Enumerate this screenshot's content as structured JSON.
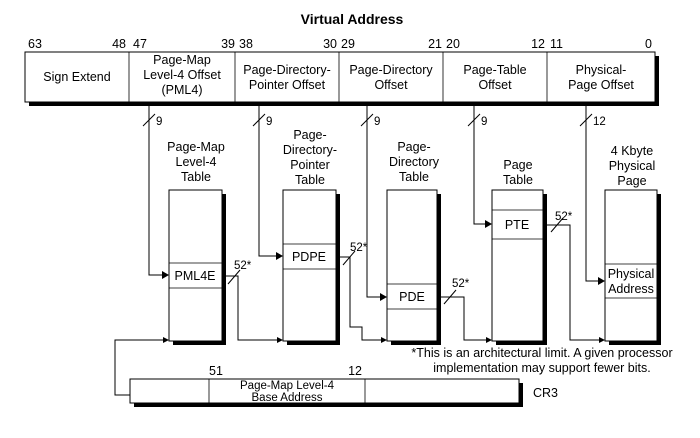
{
  "title": "Virtual Address",
  "bit_labels": [
    "63",
    "48",
    "47",
    "39",
    "38",
    "30",
    "29",
    "21",
    "20",
    "12",
    "11",
    "0"
  ],
  "fields": {
    "sign": [
      "Sign Extend"
    ],
    "pml4": [
      "Page-Map",
      "Level-4 Offset",
      "(PML4)"
    ],
    "pdp": [
      "Page-Directory-",
      "Pointer Offset"
    ],
    "pd": [
      "Page-Directory",
      "Offset"
    ],
    "pt": [
      "Page-Table",
      "Offset"
    ],
    "phys": [
      "Physical-",
      "Page Offset"
    ]
  },
  "widths": {
    "w9a": "9",
    "w9b": "9",
    "w9c": "9",
    "w9d": "9",
    "w12": "12"
  },
  "tables": {
    "pml4": {
      "title": [
        "Page-Map",
        "Level-4",
        "Table"
      ],
      "entry": "PML4E"
    },
    "pdp": {
      "title": [
        "Page-",
        "Directory-",
        "Pointer",
        "Table"
      ],
      "entry": "PDPE"
    },
    "pd": {
      "title": [
        "Page-",
        "Directory",
        "Table"
      ],
      "entry": "PDE"
    },
    "pt": {
      "title": [
        "Page",
        "Table"
      ],
      "entry": "PTE"
    },
    "page": {
      "title": [
        "4 Kbyte",
        "Physical",
        "Page"
      ],
      "entry": [
        "Physical",
        "Address"
      ]
    }
  },
  "links": {
    "l1": "52*",
    "l2": "52*",
    "l3": "52*",
    "l4": "52*"
  },
  "footnote": [
    "*This is an architectural limit. A given processor",
    "implementation may support fewer bits."
  ],
  "cr3": {
    "bit_hi": "51",
    "bit_lo": "12",
    "field": [
      "Page-Map Level-4",
      "Base Address"
    ],
    "label": "CR3"
  }
}
